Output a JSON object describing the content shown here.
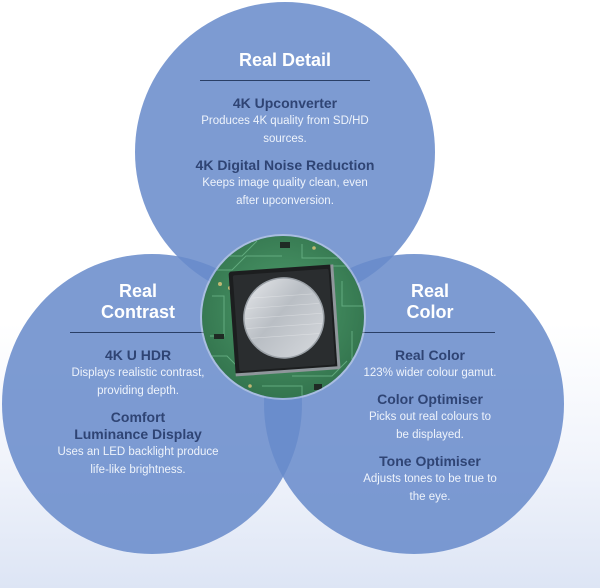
{
  "colors": {
    "circle_fill": "#688bcb",
    "heading_text": "#ffffff",
    "feature_title": "#2f4474",
    "feature_desc": "#eef3fb",
    "board_green": "#3d8a5e",
    "chip_black": "#1c1e1f",
    "chip_silver": "#c5c9cd"
  },
  "top": {
    "heading": "Real Detail",
    "features": [
      {
        "title": "4K Upconverter",
        "desc": "Produces 4K quality from SD/HD sources."
      },
      {
        "title": "4K Digital Noise Reduction",
        "desc": "Keeps image quality clean, even after upconversion."
      }
    ]
  },
  "left": {
    "heading_line1": "Real",
    "heading_line2": "Contrast",
    "features": [
      {
        "title": "4K U HDR",
        "desc": "Displays realistic contrast, providing depth."
      },
      {
        "title_line1": "Comfort",
        "title_line2": "Luminance Display",
        "desc": "Uses an LED backlight produce life-like brightness."
      }
    ]
  },
  "right": {
    "heading_line1": "Real",
    "heading_line2": "Color",
    "features": [
      {
        "title": "Real Color",
        "desc": "123% wider colour gamut."
      },
      {
        "title": "Color Optimiser",
        "desc": "Picks out real colours to be displayed."
      },
      {
        "title": "Tone Optimiser",
        "desc": "Adjusts tones to be true to the eye."
      }
    ]
  },
  "center": {
    "image": "processor-chip-on-circuit-board"
  }
}
